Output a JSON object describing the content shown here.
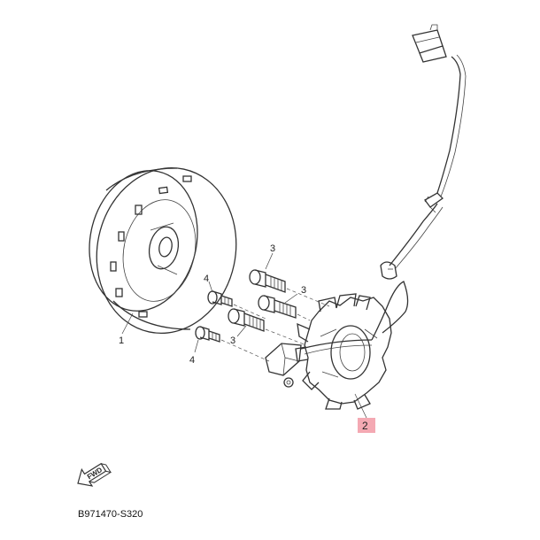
{
  "callouts": {
    "flywheel_rotor": "1",
    "stator_assembly": "2",
    "bolt_upper": "3",
    "bolt_middle": "3",
    "bolt_lower": "3",
    "screw_upper": "4",
    "screw_lower": "4"
  },
  "direction_arrow": "FWD",
  "figure_code": "B971470-S320",
  "colors": {
    "highlight": "#f4a9b3",
    "line": "#333333"
  }
}
